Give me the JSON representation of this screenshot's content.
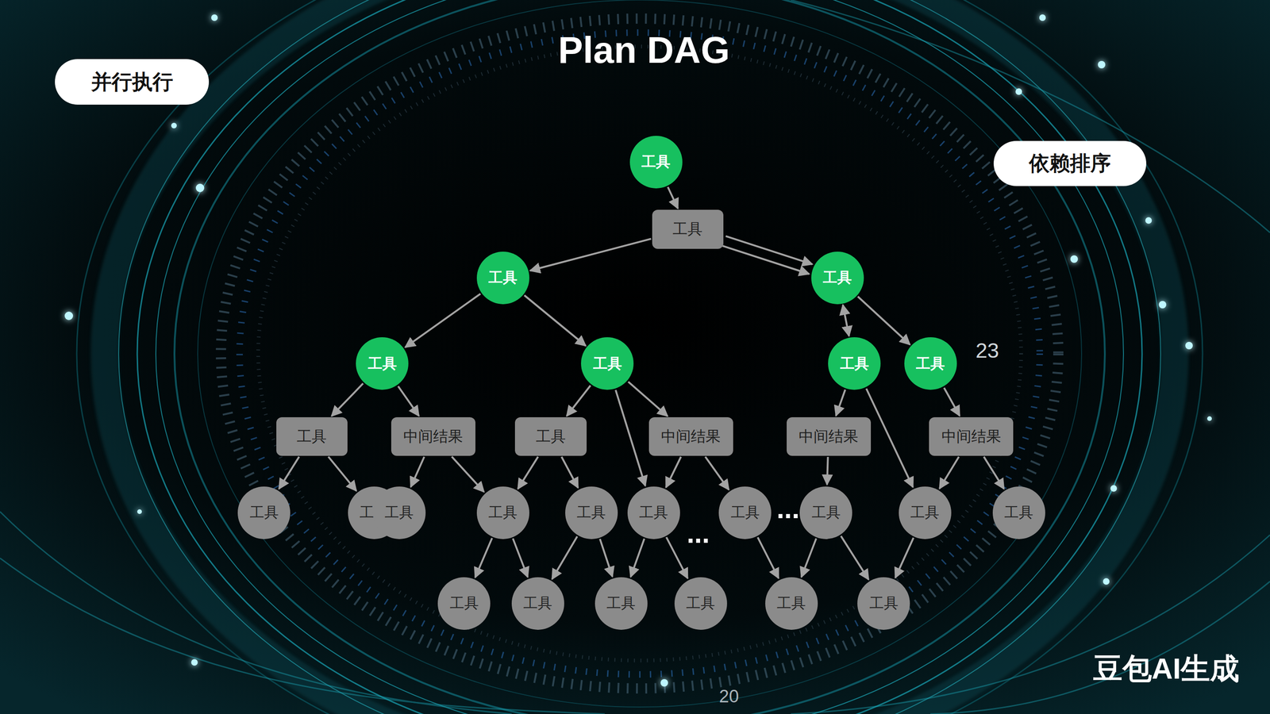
{
  "diagram": {
    "title": "Plan DAG",
    "nodes": [
      {
        "text": [
          "并行执行"
        ]
      },
      {
        "text": [
          "依赖排序"
        ]
      },
      {
        "text": [
          "工具"
        ]
      },
      {
        "text": [
          "工具"
        ]
      },
      {
        "text": [
          "工具"
        ]
      },
      {
        "text": [
          "工具"
        ]
      },
      {
        "text": [
          "工具"
        ]
      },
      {
        "text": [
          "工具"
        ]
      },
      {
        "text": [
          "工具"
        ]
      },
      {
        "text": [
          "工具"
        ]
      },
      {
        "text": [
          "工具"
        ]
      },
      {
        "text": [
          "中间结果"
        ]
      },
      {
        "text": [
          "工具"
        ]
      },
      {
        "text": [
          "中间结果"
        ]
      },
      {
        "text": [
          "中间结果"
        ]
      },
      {
        "text": [
          "中间结果"
        ]
      },
      {
        "text": [
          "工具"
        ]
      },
      {
        "text": [
          "工具"
        ]
      },
      {
        "text": [
          "工具"
        ]
      },
      {
        "text": [
          "工具"
        ]
      },
      {
        "text": [
          "工具"
        ]
      },
      {
        "text": [
          "工具"
        ]
      },
      {
        "text": [
          "工具"
        ]
      },
      {
        "text": [
          "工具"
        ]
      },
      {
        "text": [
          "工具"
        ]
      },
      {
        "text": [
          "工具"
        ]
      },
      {
        "text": [
          "工具"
        ]
      },
      {
        "text": [
          "工具"
        ]
      },
      {
        "text": [
          "工具"
        ]
      },
      {
        "text": [
          "工具"
        ]
      },
      {
        "text": [
          "工具"
        ]
      },
      {
        "text": [
          "工具"
        ]
      }
    ],
    "edges": [
      {
        "from": 2,
        "to": 3,
        "arrow": "to"
      },
      {
        "from": 3,
        "to": 4,
        "arrow": "to"
      },
      {
        "from": 3,
        "to": 5,
        "arrow": "to"
      },
      {
        "from": 3,
        "to": 5,
        "arrow": "to"
      },
      {
        "from": 4,
        "to": 6,
        "arrow": "to"
      },
      {
        "from": 4,
        "to": 7,
        "arrow": "to"
      },
      {
        "from": 5,
        "to": 8,
        "arrow": "both"
      },
      {
        "from": 5,
        "to": 9,
        "arrow": "to"
      },
      {
        "from": 6,
        "to": 10,
        "arrow": "to"
      },
      {
        "from": 6,
        "to": 11,
        "arrow": "to"
      },
      {
        "from": 7,
        "to": 12,
        "arrow": "to"
      },
      {
        "from": 7,
        "to": 13,
        "arrow": "to"
      },
      {
        "from": 7,
        "to": 21,
        "arrow": "to"
      },
      {
        "from": 8,
        "to": 14,
        "arrow": "to"
      },
      {
        "from": 8,
        "to": 24,
        "arrow": "to"
      },
      {
        "from": 9,
        "to": 15,
        "arrow": "to"
      },
      {
        "from": 10,
        "to": 16,
        "arrow": "to"
      },
      {
        "from": 10,
        "to": 17,
        "arrow": "to"
      },
      {
        "from": 11,
        "to": 18,
        "arrow": "to"
      },
      {
        "from": 11,
        "to": 19,
        "arrow": "to"
      },
      {
        "from": 12,
        "to": 19,
        "arrow": "to"
      },
      {
        "from": 12,
        "to": 20,
        "arrow": "to"
      },
      {
        "from": 13,
        "to": 21,
        "arrow": "to"
      },
      {
        "from": 13,
        "to": 22,
        "arrow": "to"
      },
      {
        "from": 14,
        "to": 23,
        "arrow": "to"
      },
      {
        "from": 15,
        "to": 24,
        "arrow": "to"
      },
      {
        "from": 15,
        "to": 25,
        "arrow": "to"
      },
      {
        "from": 19,
        "to": 26,
        "arrow": "to"
      },
      {
        "from": 19,
        "to": 27,
        "arrow": "to"
      },
      {
        "from": 20,
        "to": 27,
        "arrow": "to"
      },
      {
        "from": 20,
        "to": 28,
        "arrow": "to"
      },
      {
        "from": 21,
        "to": 28,
        "arrow": "to"
      },
      {
        "from": 21,
        "to": 29,
        "arrow": "to"
      },
      {
        "from": 22,
        "to": 30,
        "arrow": "to"
      },
      {
        "from": 23,
        "to": 30,
        "arrow": "to"
      },
      {
        "from": 23,
        "to": 31,
        "arrow": "to"
      },
      {
        "from": 24,
        "to": 31,
        "arrow": "to"
      }
    ],
    "labels": [
      "...",
      "...",
      "23",
      "20",
      "豆包AI生成"
    ]
  }
}
